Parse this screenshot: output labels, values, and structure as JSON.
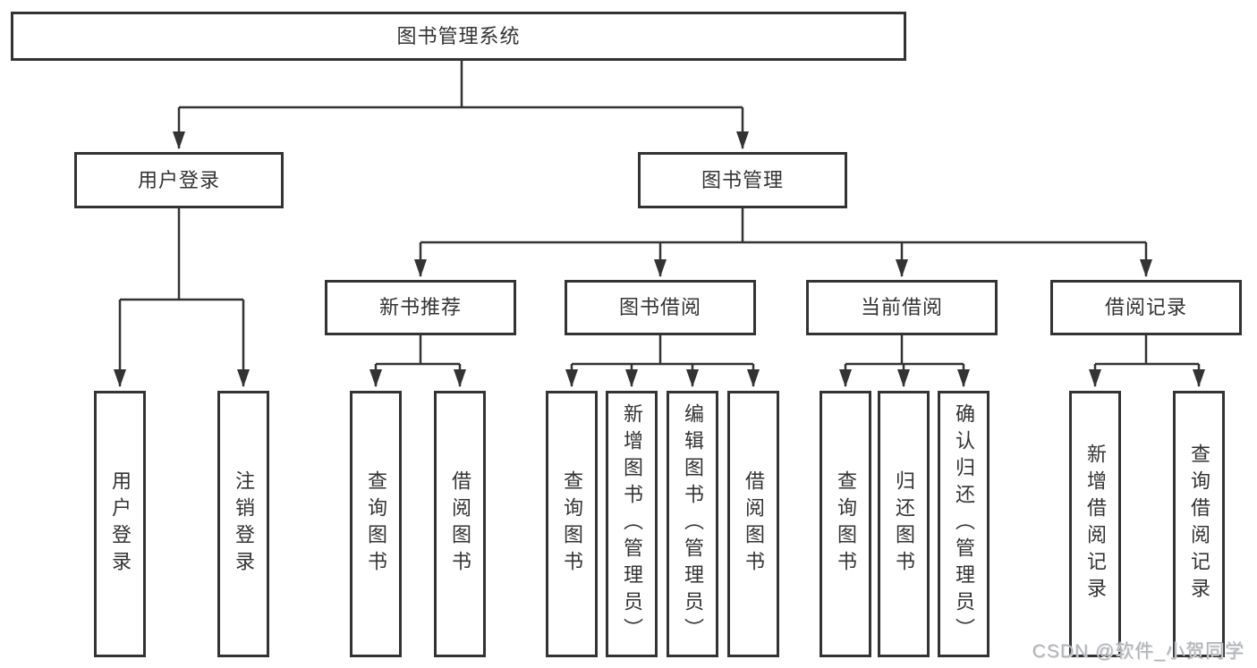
{
  "tree": {
    "root": "图书管理系统",
    "branches": [
      {
        "label": "用户登录",
        "children": [
          {
            "label": "用户登录"
          },
          {
            "label": "注销登录"
          }
        ]
      },
      {
        "label": "图书管理",
        "groups": [
          {
            "label": "新书推荐",
            "children": [
              {
                "label": "查询图书"
              },
              {
                "label": "借阅图书"
              }
            ]
          },
          {
            "label": "图书借阅",
            "children": [
              {
                "label": "查询图书"
              },
              {
                "label": "新增图书（管理员）"
              },
              {
                "label": "编辑图书（管理员）"
              },
              {
                "label": "借阅图书"
              }
            ]
          },
          {
            "label": "当前借阅",
            "children": [
              {
                "label": "查询图书"
              },
              {
                "label": "归还图书"
              },
              {
                "label": "确认归还（管理员）"
              }
            ]
          },
          {
            "label": "借阅记录",
            "children": [
              {
                "label": "新增借阅记录"
              },
              {
                "label": "查询借阅记录"
              }
            ]
          }
        ]
      }
    ]
  },
  "watermark": "CSDN @软件_小贺同学",
  "colors": {
    "line": "#333333",
    "text": "#333333",
    "background": "#ffffff",
    "watermark": "#b1b4b8"
  }
}
